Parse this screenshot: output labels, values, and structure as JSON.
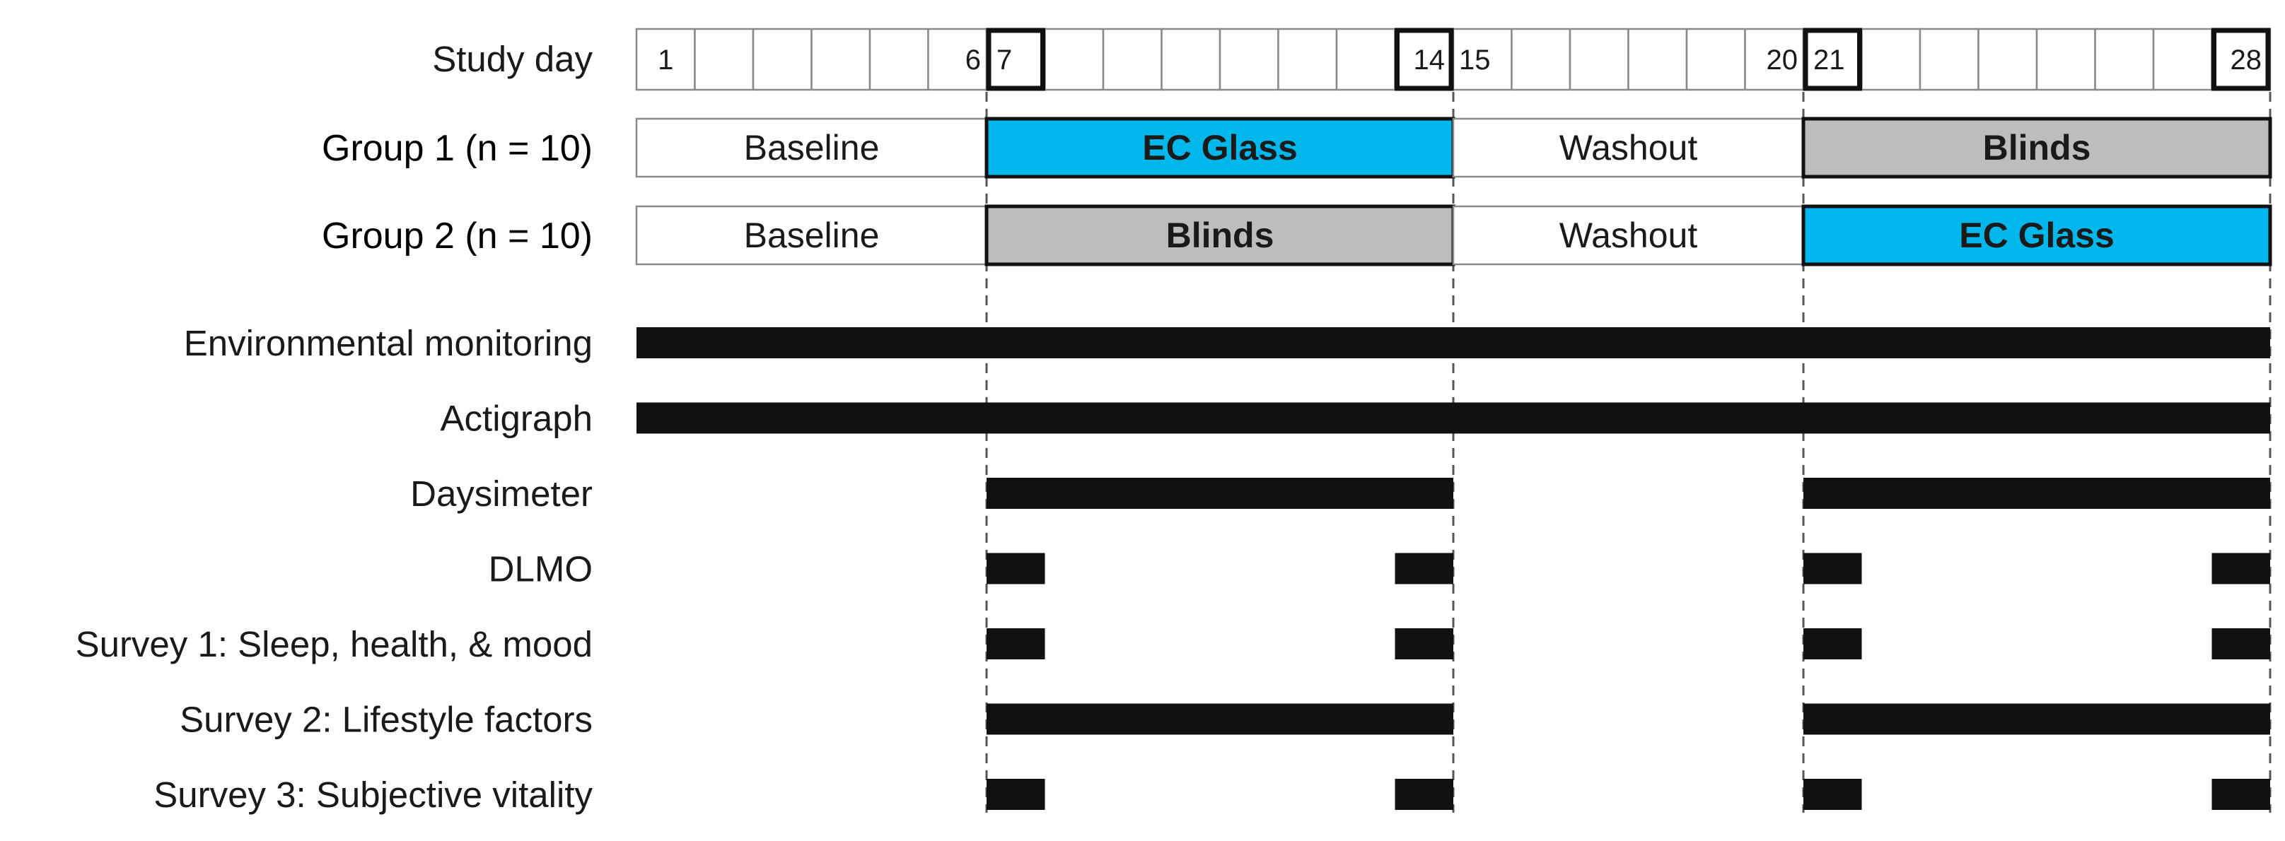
{
  "days": {
    "label": "Study day",
    "count": 28,
    "numbers": [
      {
        "day": 1,
        "text": "1"
      },
      {
        "day": 6,
        "text": "6"
      },
      {
        "day": 7,
        "text": "7"
      },
      {
        "day": 14,
        "text": "14"
      },
      {
        "day": 15,
        "text": "15"
      },
      {
        "day": 20,
        "text": "20"
      },
      {
        "day": 21,
        "text": "21"
      },
      {
        "day": 28,
        "text": "28"
      }
    ],
    "highlighted": [
      7,
      14,
      21,
      28
    ],
    "dashed_boundaries_after_day": [
      6,
      14,
      20,
      28
    ]
  },
  "groups": [
    {
      "label": "Group 1 (n = 10)",
      "phases": [
        {
          "label": "Baseline",
          "start": 1,
          "end": 6,
          "kind": "plain"
        },
        {
          "label": "EC Glass",
          "start": 7,
          "end": 14,
          "kind": "ec"
        },
        {
          "label": "Washout",
          "start": 15,
          "end": 20,
          "kind": "plain"
        },
        {
          "label": "Blinds",
          "start": 21,
          "end": 28,
          "kind": "blinds"
        }
      ]
    },
    {
      "label": "Group 2 (n = 10)",
      "phases": [
        {
          "label": "Baseline",
          "start": 1,
          "end": 6,
          "kind": "plain"
        },
        {
          "label": "Blinds",
          "start": 7,
          "end": 14,
          "kind": "blinds"
        },
        {
          "label": "Washout",
          "start": 15,
          "end": 20,
          "kind": "plain"
        },
        {
          "label": "EC Glass",
          "start": 21,
          "end": 28,
          "kind": "ec"
        }
      ]
    }
  ],
  "measures": [
    {
      "label": "Environmental monitoring",
      "segments": [
        [
          1,
          28
        ]
      ]
    },
    {
      "label": "Actigraph",
      "segments": [
        [
          1,
          28
        ]
      ]
    },
    {
      "label": "Daysimeter",
      "segments": [
        [
          7,
          14
        ],
        [
          21,
          28
        ]
      ]
    },
    {
      "label": "DLMO",
      "segments": [
        [
          7,
          7
        ],
        [
          14,
          14
        ],
        [
          21,
          21
        ],
        [
          28,
          28
        ]
      ]
    },
    {
      "label": "Survey 1: Sleep, health, & mood",
      "segments": [
        [
          7,
          7
        ],
        [
          14,
          14
        ],
        [
          21,
          21
        ],
        [
          28,
          28
        ]
      ]
    },
    {
      "label": "Survey 2: Lifestyle factors",
      "segments": [
        [
          7,
          14
        ],
        [
          21,
          28
        ]
      ]
    },
    {
      "label": "Survey 3: Subjective vitality",
      "segments": [
        [
          7,
          7
        ],
        [
          14,
          14
        ],
        [
          21,
          21
        ],
        [
          28,
          28
        ]
      ]
    }
  ],
  "colors": {
    "ec_glass": "#00b7ec",
    "blinds": "#bdbdbf",
    "plain": "#ffffff",
    "bar": "#111111",
    "cell_border": "#8a8a8a",
    "bold_border": "#111111",
    "dashed_line": "#555555"
  }
}
